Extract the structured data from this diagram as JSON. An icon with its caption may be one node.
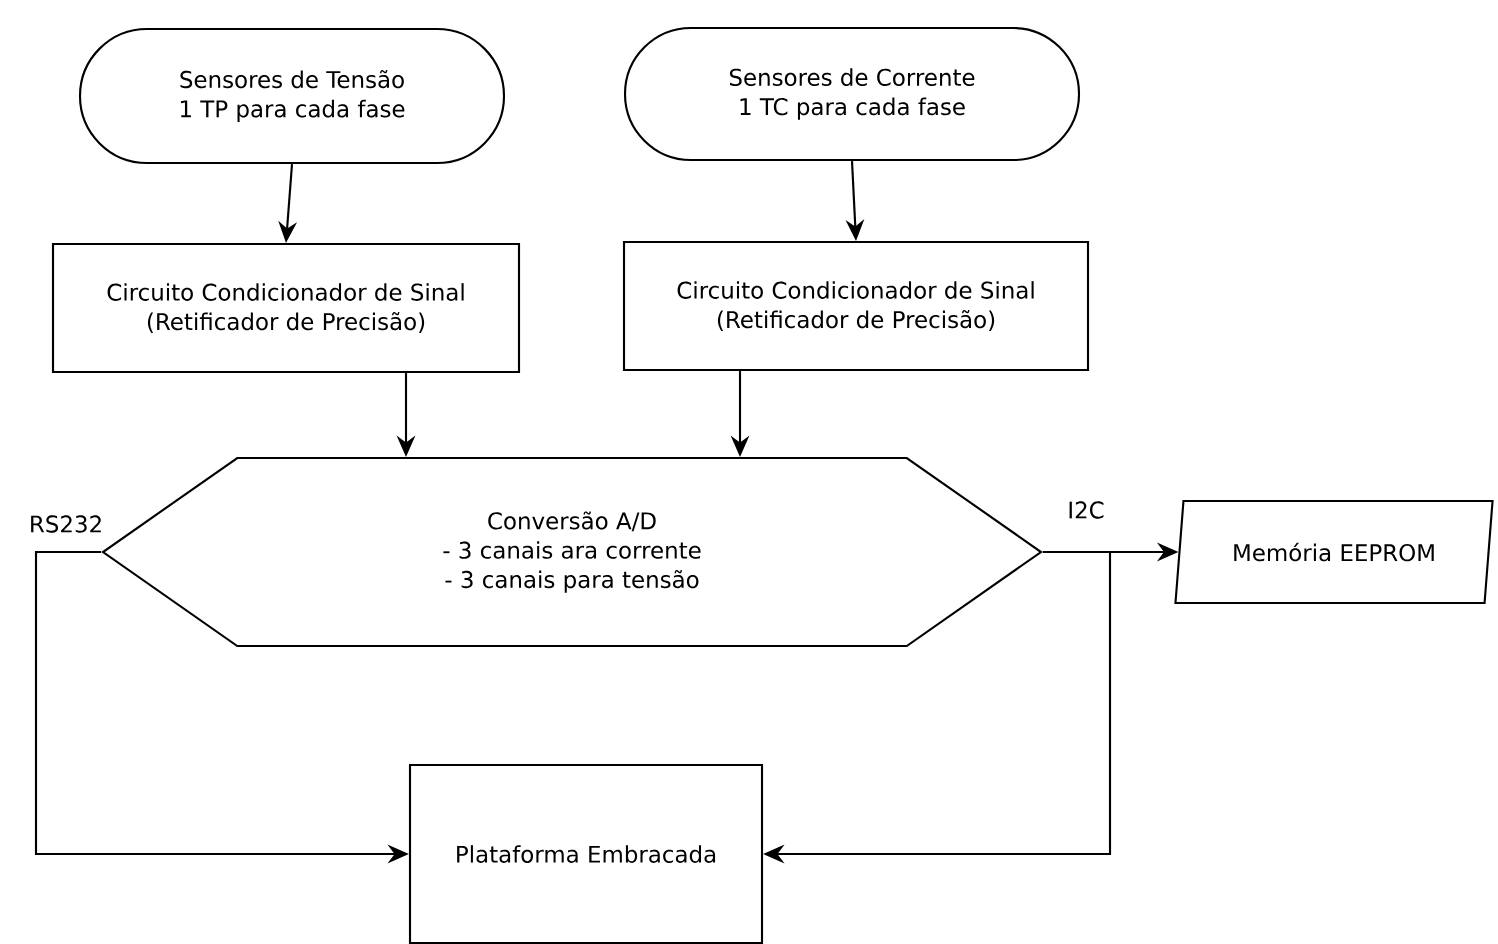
{
  "diagram": {
    "nodes": [
      {
        "text": [
          "Sensores de Tensão",
          "1 TP para cada fase"
        ]
      },
      {
        "text": [
          "Sensores de Corrente",
          "1 TC para cada fase"
        ]
      },
      {
        "text": [
          "Circuito Condicionador de Sinal",
          "(Retificador de Precisão)"
        ]
      },
      {
        "text": [
          "Circuito Condicionador de Sinal",
          "(Retificador de Precisão)"
        ]
      },
      {
        "text": [
          "Conversão A/D",
          "- 3 canais ara corrente",
          "- 3 canais para tensão"
        ]
      },
      {
        "text": [
          "Memória EEPROM"
        ]
      },
      {
        "text": [
          "Plataforma Embracada"
        ]
      }
    ],
    "edges": [
      {
        "from": 0,
        "to": 2,
        "arrow": "to"
      },
      {
        "from": 1,
        "to": 3,
        "arrow": "to"
      },
      {
        "from": 2,
        "to": 4,
        "arrow": "to"
      },
      {
        "from": 3,
        "to": 4,
        "arrow": "to"
      },
      {
        "from": 4,
        "to": 5,
        "arrow": "to",
        "label": "I2C"
      },
      {
        "from": 4,
        "to": 6,
        "arrow": "to",
        "label": "RS232"
      },
      {
        "from": 4,
        "to": 6,
        "arrow": "to"
      }
    ]
  }
}
